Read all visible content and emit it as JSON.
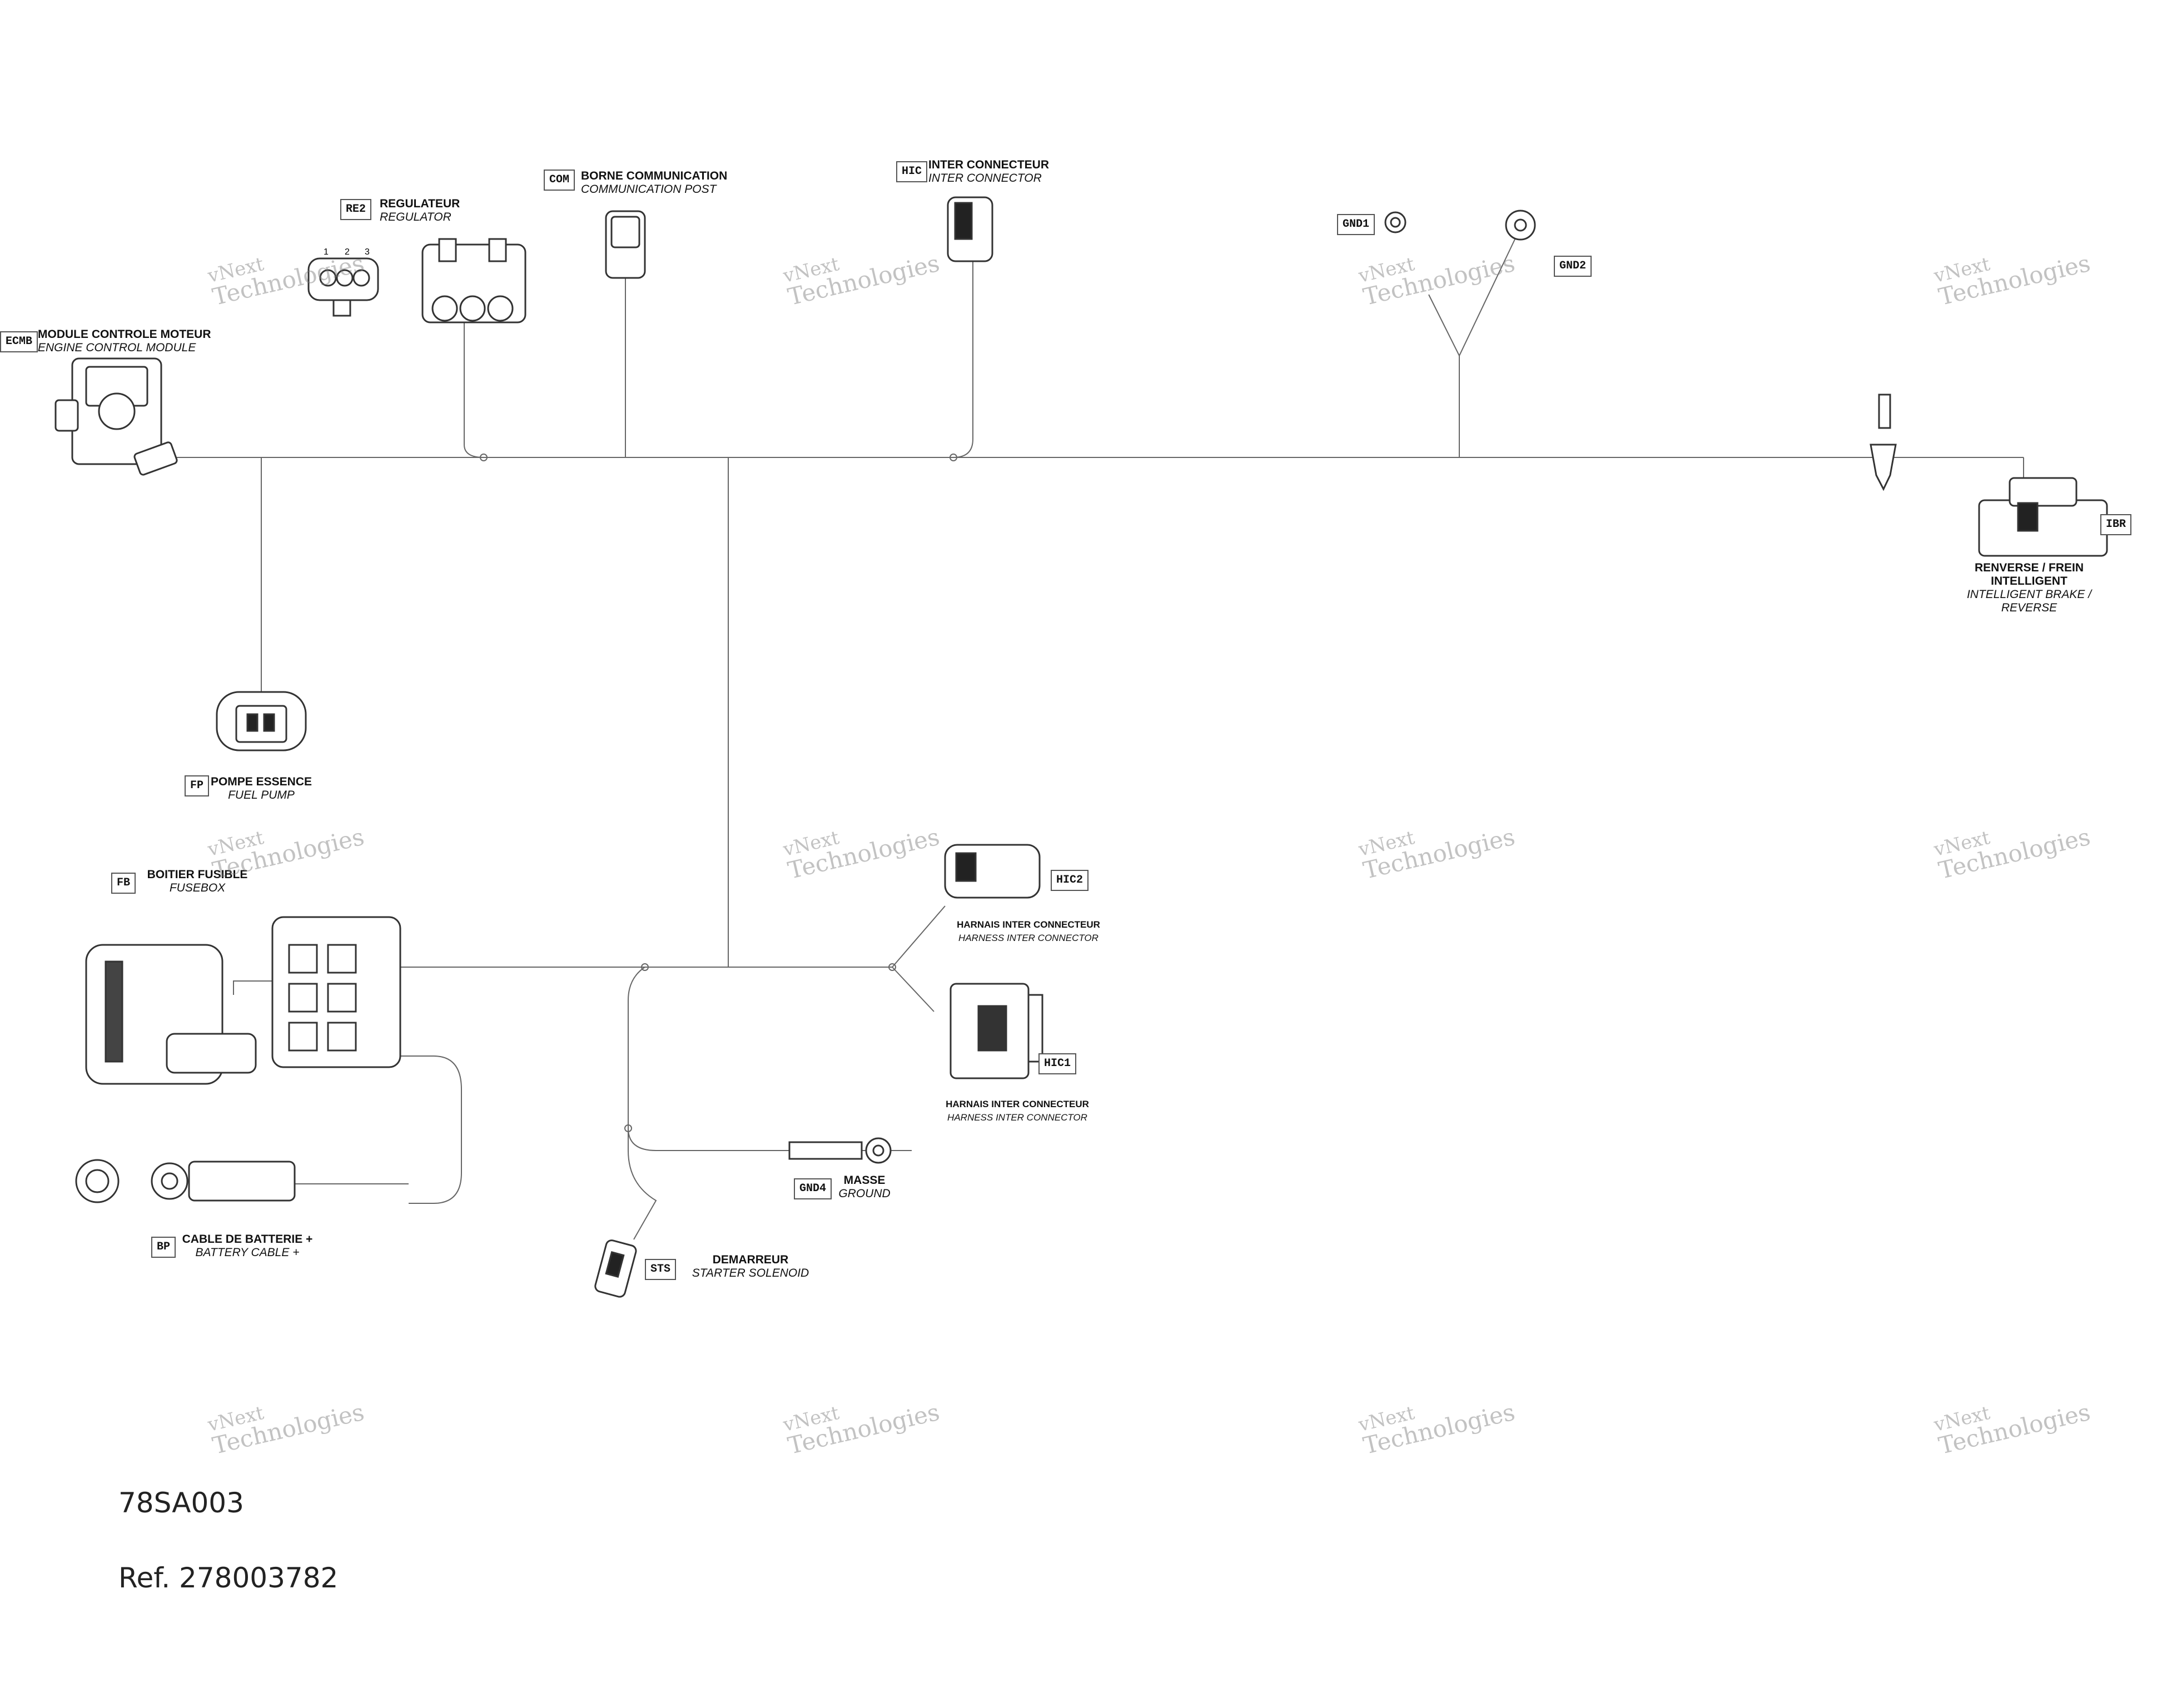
{
  "components": {
    "ecmb": {
      "code": "ECMB",
      "fr": "MODULE CONTROLE MOTEUR",
      "en": "ENGINE CONTROL MODULE"
    },
    "re2": {
      "code": "RE2",
      "fr": "REGULATEUR",
      "en": "REGULATOR",
      "pins": [
        "1",
        "2",
        "3"
      ]
    },
    "com": {
      "code": "COM",
      "fr": "BORNE COMMUNICATION",
      "en": "COMMUNICATION POST"
    },
    "hic": {
      "code": "HIC",
      "fr": "INTER CONNECTEUR",
      "en": "INTER CONNECTOR"
    },
    "gnd1": {
      "code": "GND1"
    },
    "gnd2": {
      "code": "GND2"
    },
    "ibr": {
      "code": "IBR",
      "fr": "RENVERSE / FREIN INTELLIGENT",
      "en": "INTELLIGENT BRAKE / REVERSE"
    },
    "fp": {
      "code": "FP",
      "fr": "POMPE ESSENCE",
      "en": "FUEL PUMP"
    },
    "fb": {
      "code": "FB",
      "fr": "BOITIER FUSIBLE",
      "en": "FUSEBOX"
    },
    "hic2": {
      "code": "HIC2",
      "fr": "HARNAIS INTER CONNECTEUR",
      "en": "HARNESS INTER CONNECTOR"
    },
    "hic1": {
      "code": "HIC1",
      "fr": "HARNAIS INTER CONNECTEUR",
      "en": "HARNESS INTER CONNECTOR"
    },
    "gnd4": {
      "code": "GND4",
      "fr": "MASSE",
      "en": "GROUND"
    },
    "bp": {
      "code": "BP",
      "fr": "CABLE DE BATTERIE +",
      "en": "BATTERY CABLE +"
    },
    "sts": {
      "code": "STS",
      "fr": "DEMARREUR",
      "en": "STARTER SOLENOID"
    }
  },
  "watermark": {
    "line1": "vNext",
    "line2": "Technologies"
  },
  "footer": {
    "diagram_id": "78SA003",
    "ref": "Ref. 278003782"
  }
}
